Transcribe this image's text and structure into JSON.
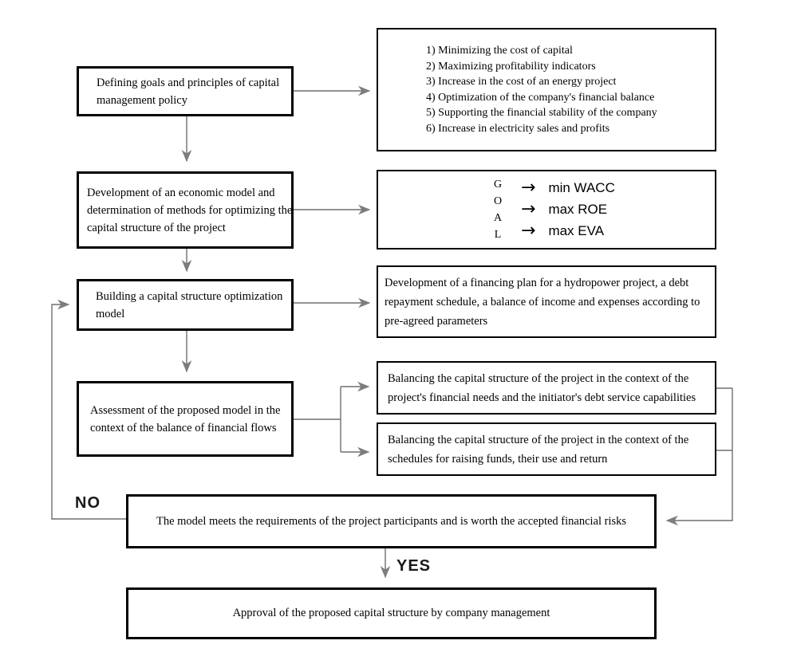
{
  "diagram": {
    "left_boxes": {
      "defining_goals": {
        "lines": [
          "Defining goals and principles of capital",
          "management policy"
        ]
      },
      "economic_model": {
        "lines": [
          "Development of an economic model and",
          "determination of methods for optimizing the",
          "capital structure of the project"
        ]
      },
      "building_model": {
        "lines": [
          "Building a capital structure optimization",
          "model"
        ]
      },
      "assessment": {
        "lines": [
          "Assessment of the proposed model in the",
          "context of the balance of financial flows"
        ]
      }
    },
    "goal_list": {
      "items": [
        "1) Minimizing the cost of capital",
        "2) Maximizing profitability indicators",
        "3) Increase in the cost of an energy project",
        "4) Optimization of the company's financial balance",
        "5) Supporting the financial stability of the company",
        "6) Increase in electricity sales and profits"
      ]
    },
    "goal_box": {
      "letters": [
        "G",
        "O",
        "A",
        "L"
      ],
      "arrow_glyph": "→",
      "targets": [
        "min WACC",
        "max ROE",
        "max EVA"
      ]
    },
    "financing_plan": {
      "lines": [
        "Development of a financing plan for a hydropower project, a debt",
        "repayment schedule, a balance of income and expenses according to",
        "pre-agreed parameters"
      ]
    },
    "balancing_needs": {
      "lines": [
        "Balancing the capital structure of the project in the context of the",
        "project's financial needs and the initiator's debt service capabilities"
      ]
    },
    "balancing_schedules": {
      "lines": [
        "Balancing the capital structure of the project in the context of the",
        "schedules for raising funds, their use and return"
      ]
    },
    "decision": {
      "text": "The model meets the requirements of the project participants and is worth the accepted financial risks",
      "no_label": "NO",
      "yes_label": "YES"
    },
    "approval": {
      "text": "Approval of the proposed capital structure by company management"
    },
    "colors": {
      "box_border": "#000000",
      "connector": "#6f6f6f",
      "arrowhead": "#7d7d7d",
      "background": "#ffffff"
    }
  }
}
